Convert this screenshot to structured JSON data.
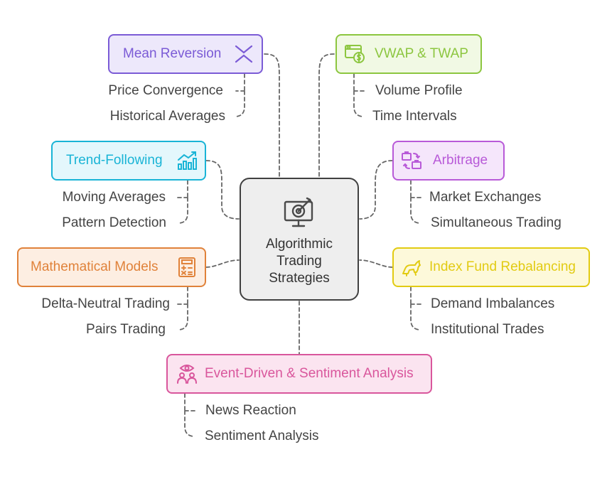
{
  "center": {
    "lines": [
      "Algorithmic",
      "Trading",
      "Strategies"
    ],
    "icon": "monitor-target-icon"
  },
  "branches": {
    "mean_reversion": {
      "title": "Mean Reversion",
      "icon": "converging-arrows-icon",
      "color": "#7b5bd6",
      "bg": "#ede8fb",
      "items": [
        "Price Convergence",
        "Historical Averages"
      ]
    },
    "vwap_twap": {
      "title": "VWAP & TWAP",
      "icon": "browser-dollar-icon",
      "color": "#8cc63f",
      "bg": "#f1f9e4",
      "items": [
        "Volume Profile",
        "Time Intervals"
      ]
    },
    "trend_following": {
      "title": "Trend-Following",
      "icon": "rising-bar-chart-icon",
      "color": "#19b4d6",
      "bg": "#e4f7fc",
      "items": [
        "Moving Averages",
        "Pattern Detection"
      ]
    },
    "arbitrage": {
      "title": "Arbitrage",
      "icon": "briefcase-exchange-icon",
      "color": "#b85ad8",
      "bg": "#f5e6fb",
      "items": [
        "Market Exchanges",
        "Simultaneous Trading"
      ]
    },
    "mathematical_models": {
      "title": "Mathematical Models",
      "icon": "calculator-icon",
      "color": "#e0823a",
      "bg": "#fdeee2",
      "items": [
        "Delta-Neutral Trading",
        "Pairs Trading"
      ]
    },
    "index_fund": {
      "title": "Index Fund Rebalancing",
      "icon": "bull-icon",
      "color": "#e2cb12",
      "bg": "#fdf9da",
      "items": [
        "Demand Imbalances",
        "Institutional Trades"
      ]
    },
    "event_driven": {
      "title": "Event-Driven & Sentiment Analysis",
      "icon": "people-eye-icon",
      "color": "#d9569c",
      "bg": "#fbe4f0",
      "items": [
        "News Reaction",
        "Sentiment Analysis"
      ]
    }
  }
}
